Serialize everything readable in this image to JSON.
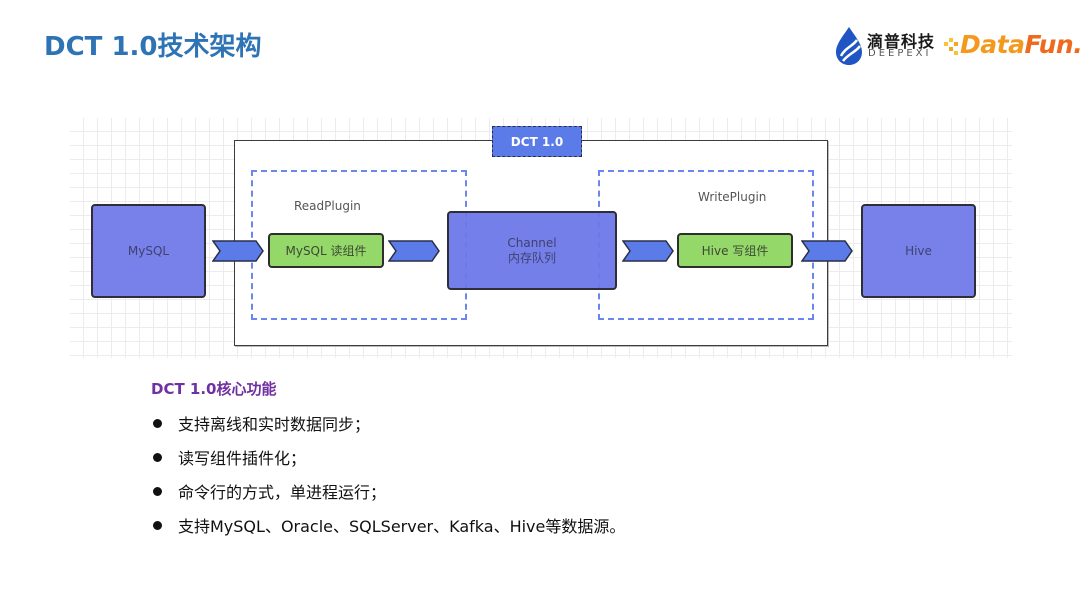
{
  "page": {
    "title": "DCT 1.0技术架构"
  },
  "logos": {
    "deepexi_cn": "滴普科技",
    "deepexi_en": "DEEPEXI",
    "datafun_data": "Data",
    "datafun_fun": "Fun."
  },
  "diagram": {
    "frame_tag": "DCT 1.0",
    "read_plugin_label": "ReadPlugin",
    "write_plugin_label": "WritePlugin",
    "source_node": "MySQL",
    "reader_component": "MySQL 读组件",
    "channel_title": "Channel",
    "channel_subtitle": "内存队列",
    "writer_component": "Hive 写组件",
    "target_node": "Hive",
    "colors": {
      "node_fill": "#7880ea",
      "component_fill": "#94d86a",
      "arrow_fill": "#5b7be8",
      "dashed_border": "#6b86ee"
    }
  },
  "features": {
    "title": "DCT 1.0核心功能",
    "items": [
      "支持离线和实时数据同步；",
      "读写组件插件化；",
      "命令行的方式，单进程运行；",
      "支持MySQL、Oracle、SQLServer、Kafka、Hive等数据源。"
    ]
  }
}
